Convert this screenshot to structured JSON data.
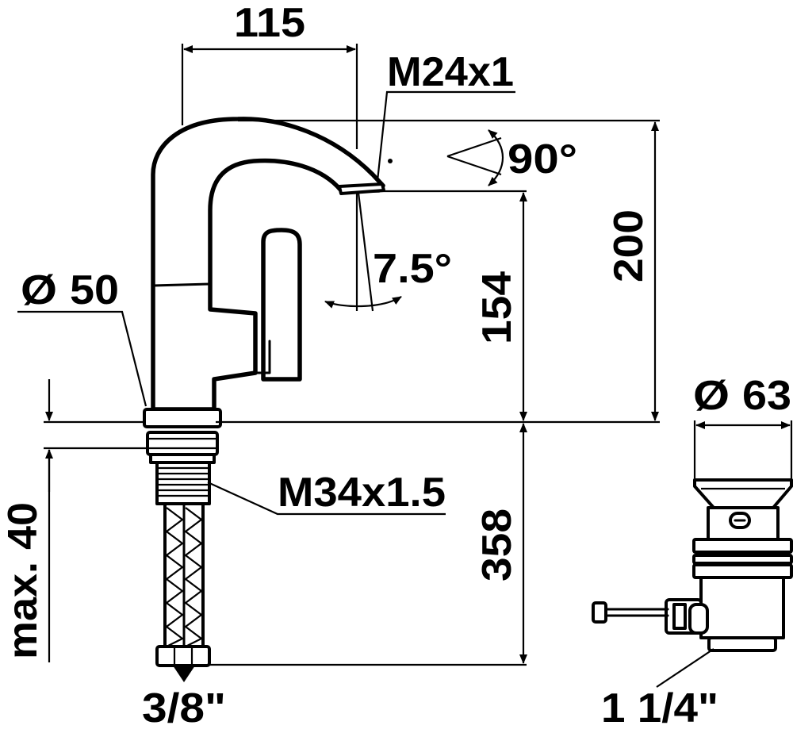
{
  "dimensions": {
    "spout_reach": "115",
    "spout_thread": "M24x1",
    "swivel_angle": "90°",
    "spout_tilt": "7.5°",
    "total_height": "200",
    "spout_height": "154",
    "base_diameter_label": "50",
    "mounting_thread": "M34x1.5",
    "hose_length": "358",
    "max_deck_thickness": "max. 40",
    "hose_connection": "3/8\"",
    "waste_diameter_label": "63",
    "waste_connection": "1 1/4\""
  },
  "symbols": {
    "diameter": "Ø"
  }
}
